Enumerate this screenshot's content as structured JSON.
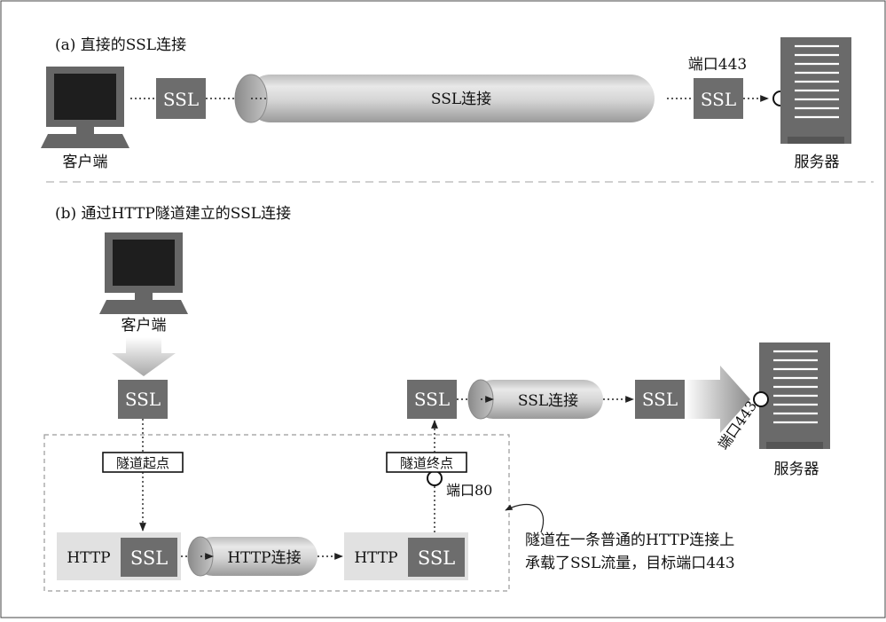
{
  "panel_a": {
    "caption": "(a) 直接的SSL连接",
    "client_label": "客户端",
    "ssl_left": "SSL",
    "tunnel_label": "SSL连接",
    "port_label": "端口443",
    "ssl_right": "SSL",
    "server_label": "服务器"
  },
  "panel_b": {
    "caption": "(b) 通过HTTP隧道建立的SSL连接",
    "client_label": "客户端",
    "ssl_client": "SSL",
    "tunnel_start_label": "隧道起点",
    "tunnel_end_label": "隧道终点",
    "port80_label": "端口80",
    "http_left": "HTTP",
    "ssl_http_left": "SSL",
    "http_tunnel_label": "HTTP连接",
    "http_right": "HTTP",
    "ssl_http_right": "SSL",
    "ssl_exit": "SSL",
    "ssl_tunnel_label": "SSL连接",
    "ssl_server": "SSL",
    "port443_label": "端口443",
    "server_label": "服务器",
    "note_line1": "隧道在一条普通的HTTP连接上",
    "note_line2": "承载了SSL流量，目标端口443"
  },
  "colors": {
    "box_dark": "#6d6d6d",
    "box_light": "#e1e1e1",
    "tunnel_fill": "#d0d0d0",
    "frame": "#888888"
  }
}
